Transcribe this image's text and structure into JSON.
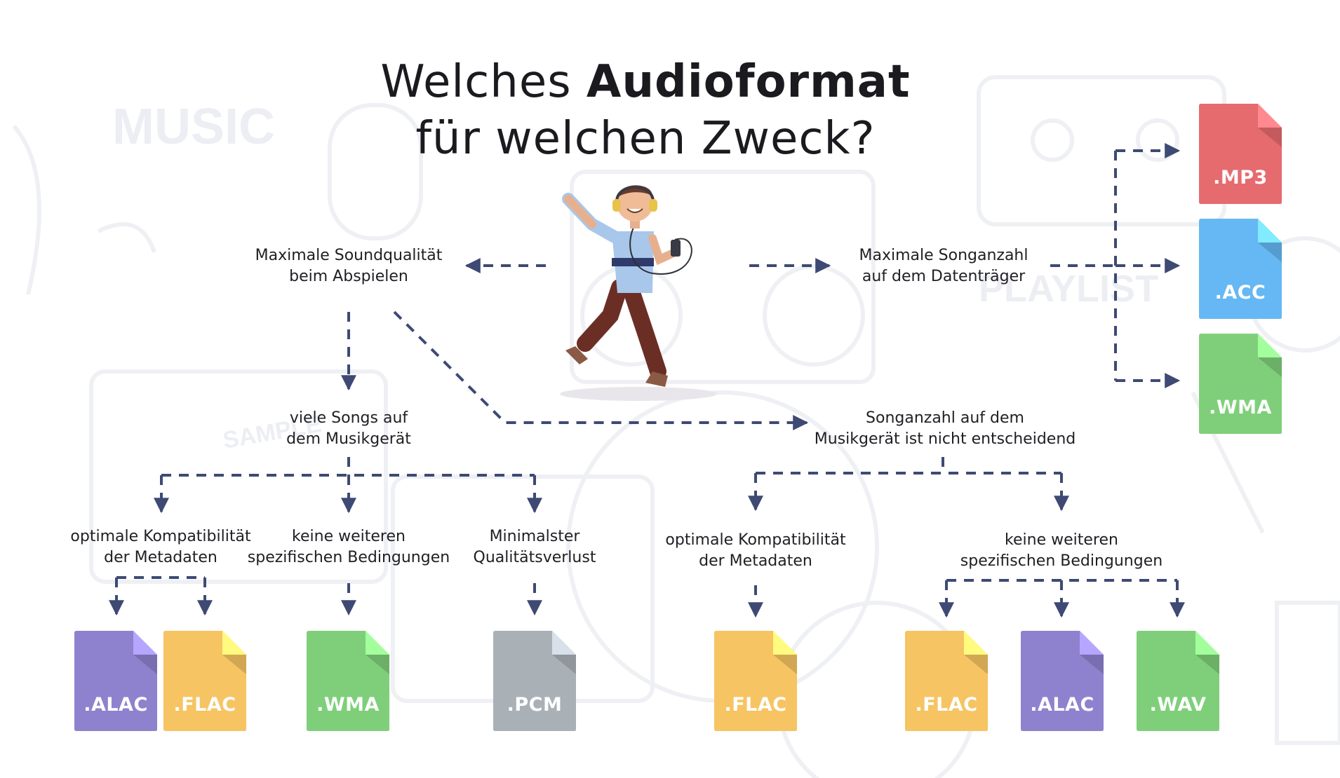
{
  "title": {
    "line1_regular": "Welches ",
    "line1_bold": "Audioformat",
    "line2": "für welchen Zweck?"
  },
  "background_words": {
    "music": "MUSIC",
    "playlist": "PLAYLIST",
    "sample": "SAMPLE"
  },
  "nodes": {
    "quality_root": {
      "line1": "Maximale Soundqualität",
      "line2": "beim Abspielen"
    },
    "count_root": {
      "line1": "Maximale Songanzahl",
      "line2": "auf dem Datenträger"
    },
    "many_songs": {
      "line1": "viele Songs auf",
      "line2": "dem Musikgerät"
    },
    "count_irrelevant": {
      "line1": "Songanzahl auf dem",
      "line2": "Musikgerät ist nicht entscheidend"
    },
    "meta_left": {
      "line1": "optimale Kompatibilität",
      "line2": "der Metadaten"
    },
    "nospec_left": {
      "line1": "keine weiteren",
      "line2": "spezifischen Bedingungen"
    },
    "minloss": {
      "line1": "Minimalster",
      "line2": "Qualitätsverlust"
    },
    "meta_right": {
      "line1": "optimale Kompatibilität",
      "line2": "der Metadaten"
    },
    "nospec_right": {
      "line1": "keine weiteren",
      "line2": "spezifischen Bedingungen"
    }
  },
  "files": {
    "mp3": {
      "label": ".MP3",
      "color": "#e56b6f"
    },
    "acc": {
      "label": ".ACC",
      "color": "#65b8f3"
    },
    "wma_top": {
      "label": ".WMA",
      "color": "#7fcf7a"
    },
    "alac_1": {
      "label": ".ALAC",
      "color": "#8e82cf"
    },
    "flac_1": {
      "label": ".FLAC",
      "color": "#f6c463"
    },
    "wma_bottom": {
      "label": ".WMA",
      "color": "#7fcf7a"
    },
    "pcm": {
      "label": ".PCM",
      "color": "#a9b0b6"
    },
    "flac_2": {
      "label": ".FLAC",
      "color": "#f6c463"
    },
    "flac_3": {
      "label": ".FLAC",
      "color": "#f6c463"
    },
    "alac_2": {
      "label": ".ALAC",
      "color": "#8e82cf"
    },
    "wav": {
      "label": ".WAV",
      "color": "#7fcf7a"
    }
  },
  "colors": {
    "connector": "#3e4a74",
    "text": "#1f1f24",
    "background_art": "#eef0f5"
  }
}
